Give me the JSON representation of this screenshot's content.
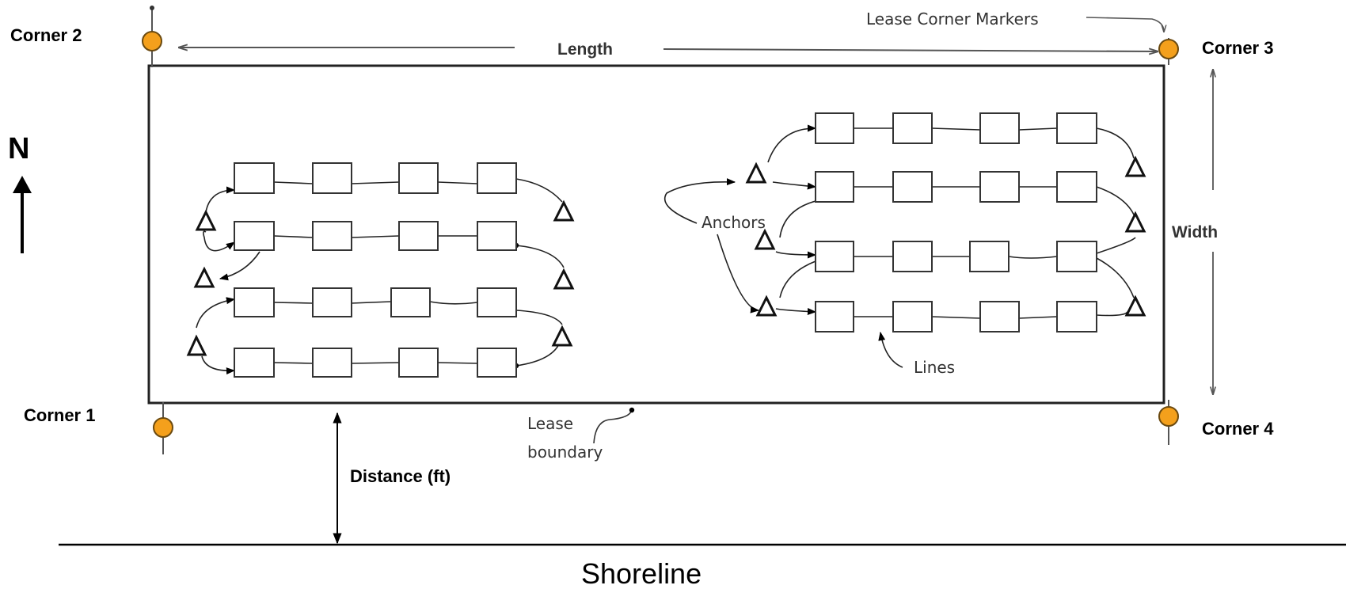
{
  "labels": {
    "corner_1": "Corner 1",
    "corner_2": "Corner 2",
    "corner_3": "Corner 3",
    "corner_4": "Corner 4",
    "north": "N",
    "length": "Length",
    "width": "Width",
    "lease_corner_markers": "Lease Corner Markers",
    "anchors": "Anchors",
    "lines": "Lines",
    "lease_boundary_line1": "Lease",
    "lease_boundary_line2": "boundary",
    "distance": "Distance (ft)",
    "shoreline": "Shoreline"
  },
  "colors": {
    "marker_fill": "#f4a01c",
    "marker_stroke": "#6b4a10",
    "line": "#000000",
    "hand_text": "#333333"
  },
  "icons": {
    "corner_marker": "circle-marker-icon",
    "anchor": "triangle-anchor-icon",
    "buoy": "rectangle-float-icon",
    "north_arrow": "north-arrow-icon"
  },
  "layout_groups": {
    "left_group_rows": 4,
    "left_group_boxes_per_row": 4,
    "right_group_rows": 4,
    "right_group_boxes_per_row": 4
  }
}
